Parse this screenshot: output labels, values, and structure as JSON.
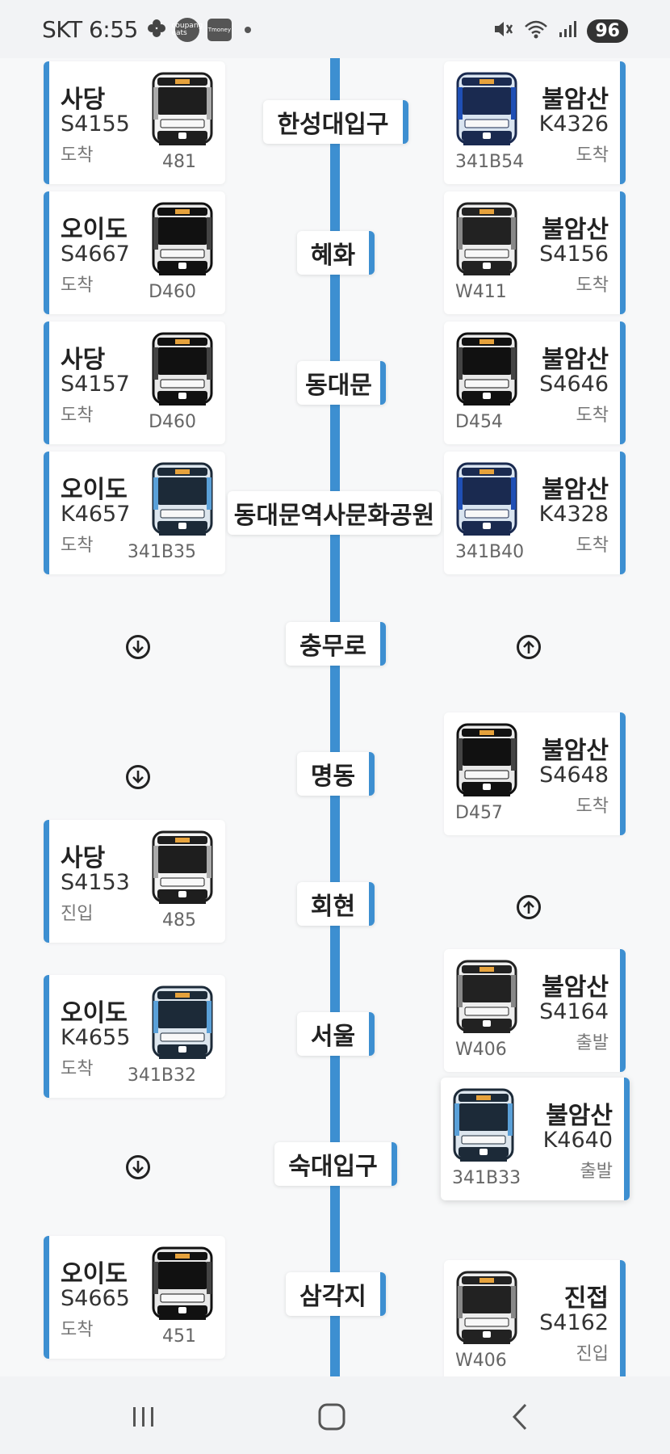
{
  "status_bar": {
    "carrier_time": "SKT 6:55",
    "badge_eats": "coupang eats",
    "badge_tmoney": "Tmoney",
    "battery": "96"
  },
  "stations": [
    {
      "name": "한성대입구"
    },
    {
      "name": "혜화"
    },
    {
      "name": "동대문"
    },
    {
      "name": "동대문역사문화공원"
    },
    {
      "name": "충무로"
    },
    {
      "name": "명동"
    },
    {
      "name": "회현"
    },
    {
      "name": "서울"
    },
    {
      "name": "숙대입구"
    },
    {
      "name": "삼각지"
    }
  ],
  "down_trains": [
    {
      "dest": "사당",
      "train_no": "S4155",
      "status": "도착",
      "car": "481",
      "style": "white"
    },
    {
      "dest": "오이도",
      "train_no": "S4667",
      "status": "도착",
      "car": "D460",
      "style": "dark"
    },
    {
      "dest": "사당",
      "train_no": "S4157",
      "status": "도착",
      "car": "D460",
      "style": "dark"
    },
    {
      "dest": "오이도",
      "train_no": "K4657",
      "status": "도착",
      "car": "341B35",
      "style": "korail"
    },
    {
      "dest": "사당",
      "train_no": "S4153",
      "status": "진입",
      "car": "485",
      "style": "white"
    },
    {
      "dest": "오이도",
      "train_no": "K4655",
      "status": "도착",
      "car": "341B32",
      "style": "korail"
    },
    {
      "dest": "오이도",
      "train_no": "S4665",
      "status": "도착",
      "car": "451",
      "style": "dark"
    }
  ],
  "up_trains": [
    {
      "dest": "불암산",
      "train_no": "K4326",
      "status": "도착",
      "car": "341B54",
      "style": "korailblue"
    },
    {
      "dest": "불암산",
      "train_no": "S4156",
      "status": "도착",
      "car": "W411",
      "style": "old"
    },
    {
      "dest": "불암산",
      "train_no": "S4646",
      "status": "도착",
      "car": "D454",
      "style": "dark"
    },
    {
      "dest": "불암산",
      "train_no": "K4328",
      "status": "도착",
      "car": "341B40",
      "style": "korailblue"
    },
    {
      "dest": "불암산",
      "train_no": "S4648",
      "status": "도착",
      "car": "D457",
      "style": "dark"
    },
    {
      "dest": "불암산",
      "train_no": "S4164",
      "status": "출발",
      "car": "W406",
      "style": "old"
    },
    {
      "dest": "불암산",
      "train_no": "K4640",
      "status": "출발",
      "car": "341B33",
      "style": "korail"
    },
    {
      "dest": "진접",
      "train_no": "S4162",
      "status": "진입",
      "car": "W406",
      "style": "old"
    }
  ],
  "direction_icons": {
    "down": "arrow-down-circle-icon",
    "up": "arrow-up-circle-icon"
  },
  "colors": {
    "line": "#3d8fd1",
    "card_bg": "#ffffff",
    "page_bg": "#f7f8f9"
  },
  "nav": {
    "recent": "recent-apps-icon",
    "home": "home-icon",
    "back": "back-icon"
  }
}
